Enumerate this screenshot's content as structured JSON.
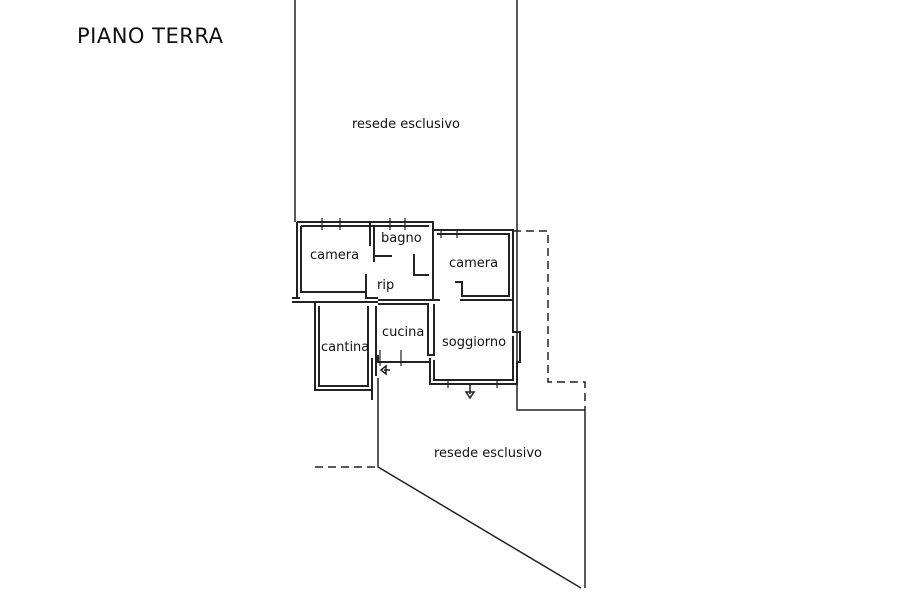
{
  "title": "PIANO TERRA",
  "areas": {
    "garden_north": "resede esclusivo",
    "garden_south": "resede esclusivo"
  },
  "rooms": {
    "camera_left": "camera",
    "bagno": "bagno",
    "camera_right": "camera",
    "rip": "rip",
    "cucina": "cucina",
    "soggiorno": "soggiorno",
    "cantina": "cantina"
  }
}
